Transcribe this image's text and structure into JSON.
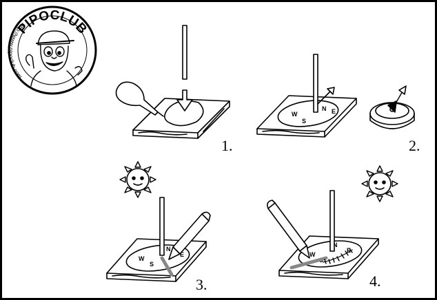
{
  "logo": {
    "brand": "PIPOCLUB",
    "url_text": "http://www.pipoclub.com"
  },
  "steps": [
    {
      "number": "1."
    },
    {
      "number": "2."
    },
    {
      "number": "3."
    },
    {
      "number": "4."
    }
  ],
  "compass": {
    "letters": {
      "n": "N",
      "e": "E",
      "s": "S",
      "w": "W"
    }
  },
  "colors": {
    "ink": "#000000",
    "paper": "#ffffff",
    "shadow": "#888888"
  }
}
